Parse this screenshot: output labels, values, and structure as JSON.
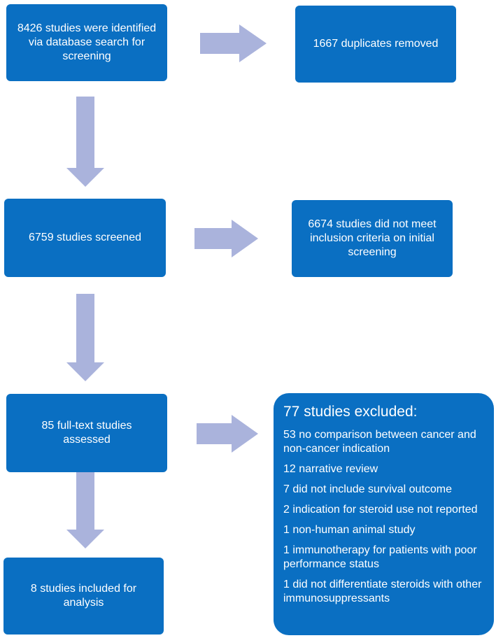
{
  "colors": {
    "box_fill": "#0a6fc2",
    "arrow_fill": "#aab3dc",
    "text": "#ffffff"
  },
  "boxes": {
    "identified": "8426 studies were identified via database search for screening",
    "duplicates": "1667 duplicates removed",
    "screened": "6759 studies screened",
    "not_met": "6674 studies did not meet inclusion criteria on initial screening",
    "fulltext": "85 full-text studies assessed",
    "included": "8 studies included for analysis"
  },
  "excluded": {
    "title": "77 studies excluded:",
    "items": [
      "53 no comparison between cancer and non-cancer indication",
      "12 narrative review",
      "7 did not include survival outcome",
      "2 indication for steroid use not reported",
      "1 non-human animal study",
      "1 immunotherapy for patients with poor performance status",
      "1 did not differentiate steroids with other immunosuppressants"
    ]
  }
}
